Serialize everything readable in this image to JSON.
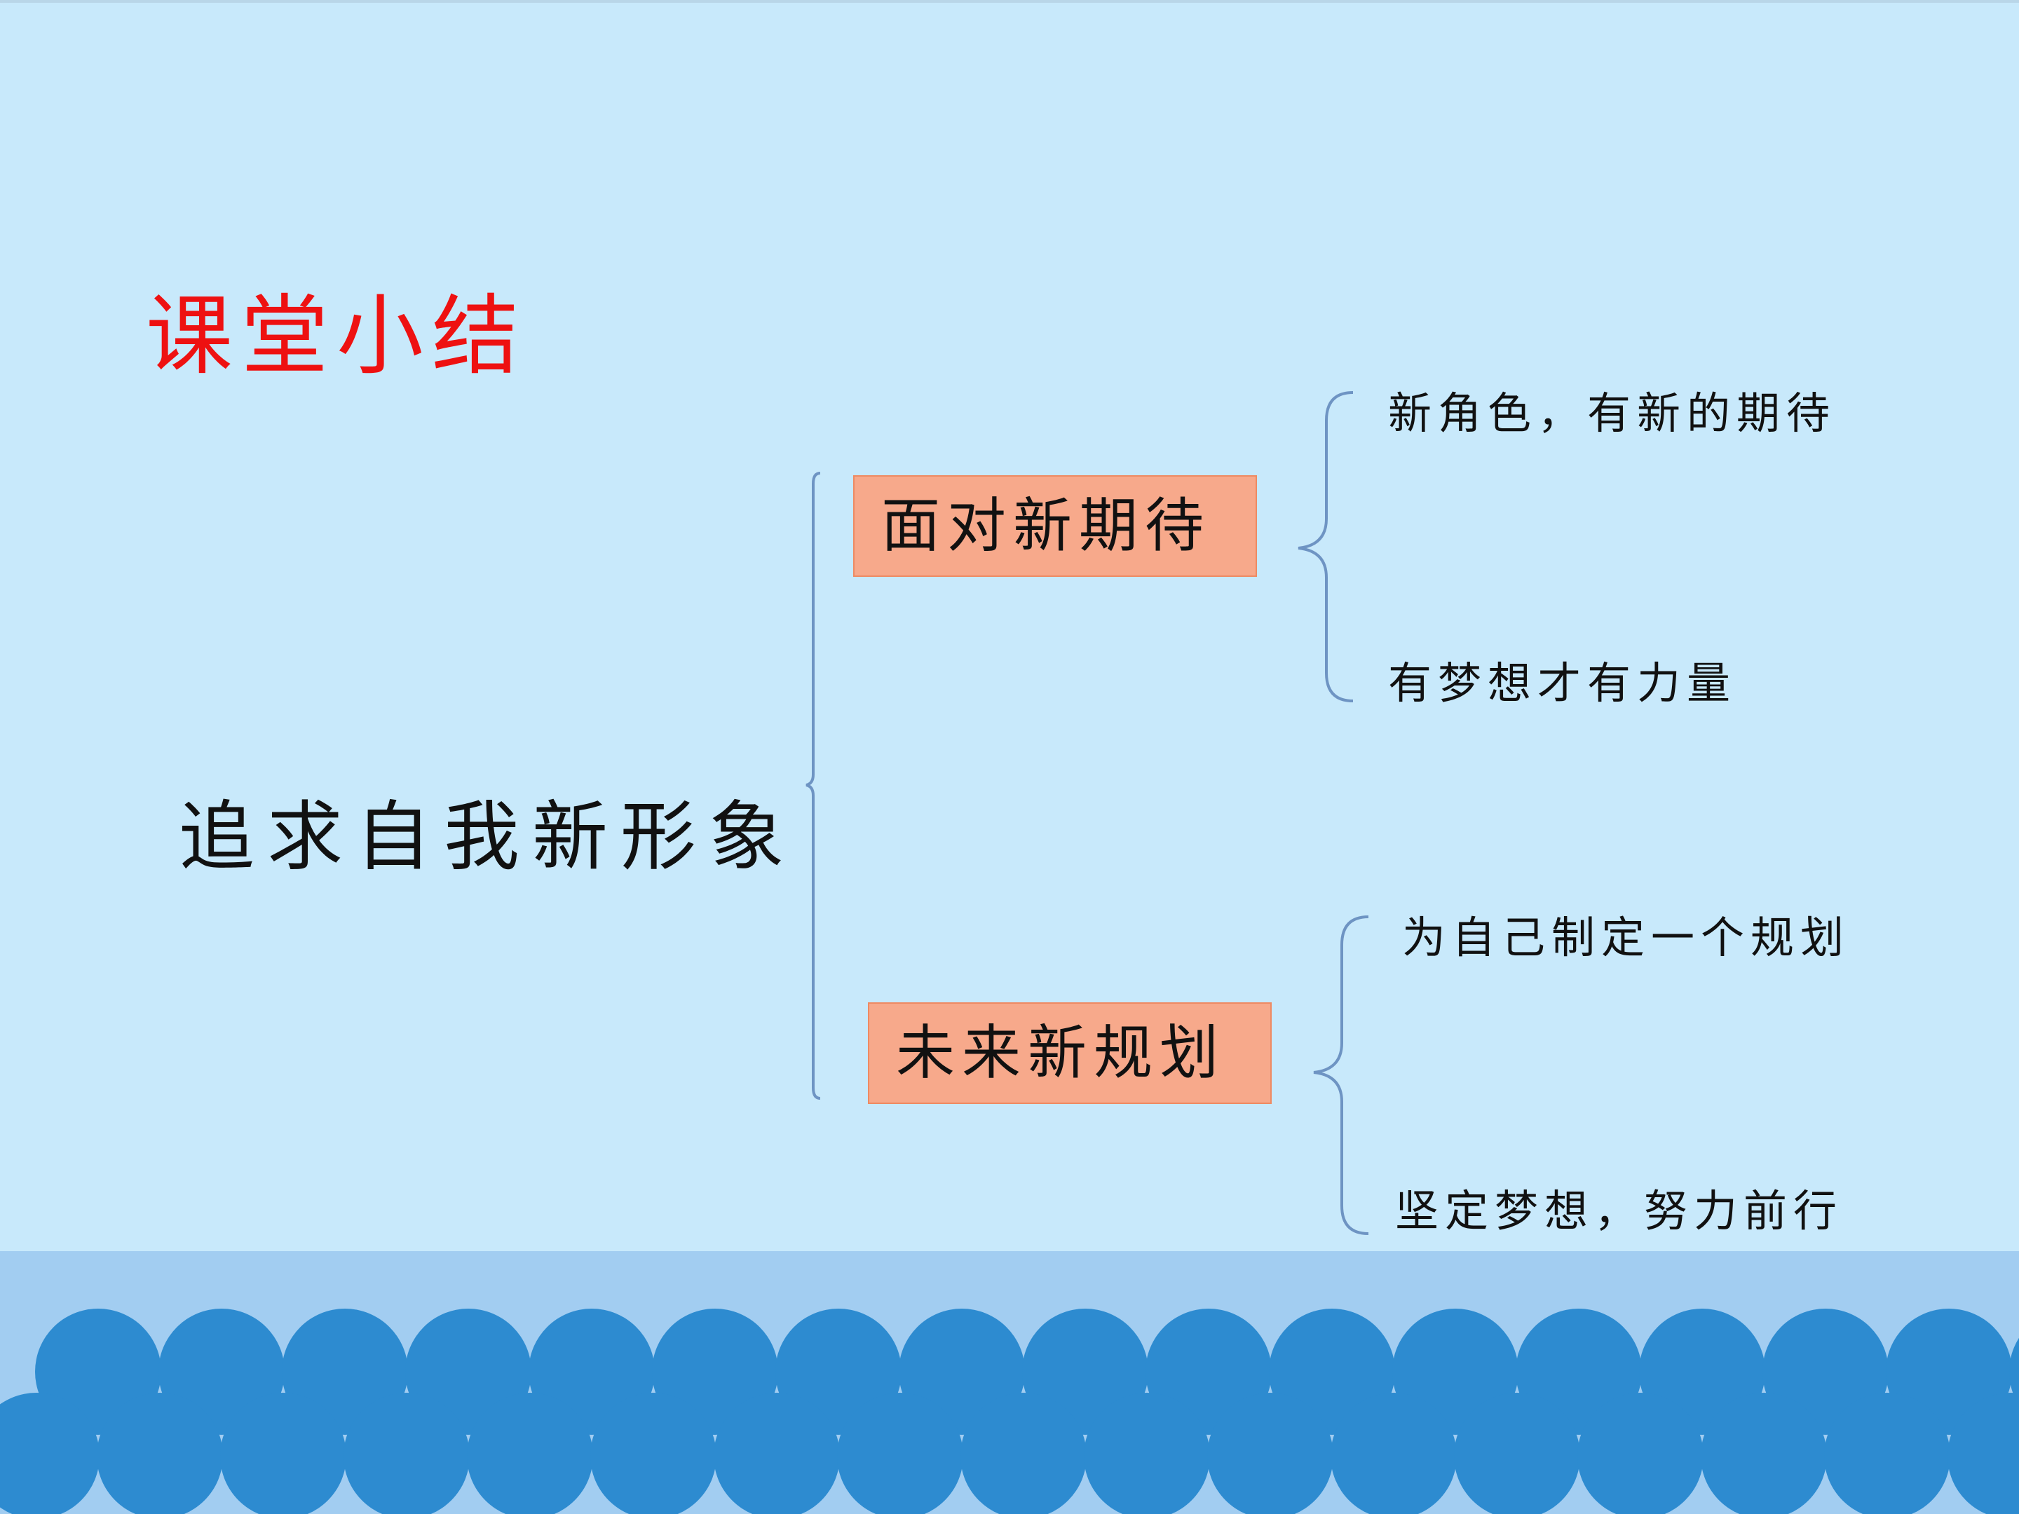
{
  "slide": {
    "title": "课堂小结",
    "root_label": "追求自我新形象",
    "branches": [
      {
        "label": "面对新期待",
        "leaves": [
          "新角色，有新的期待",
          "有梦想才有力量"
        ]
      },
      {
        "label": "未来新规划",
        "leaves": [
          "为自己制定一个规划",
          "坚定梦想，努力前行"
        ]
      }
    ]
  },
  "colors": {
    "background": "#c8e9fb",
    "title": "#ee1111",
    "branch_fill": "#f7a98b",
    "branch_border": "#ee8a63",
    "brace_stroke": "#6e94c3",
    "footer_band": "#a2cdf1",
    "wave": "#2d8bd0"
  }
}
